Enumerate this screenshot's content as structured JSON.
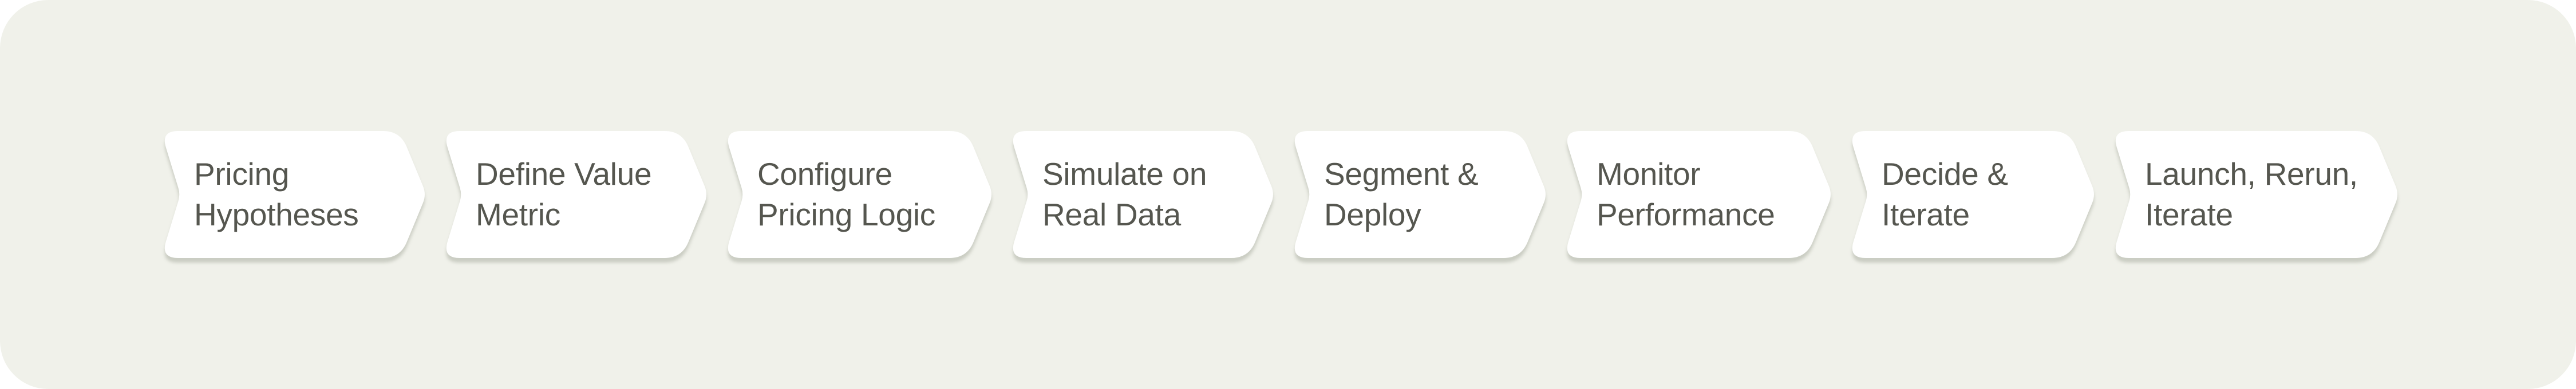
{
  "flow": {
    "type": "process-flow-chevrons",
    "canvas_background_color": "#f0f1ea",
    "step_fill_color": "#ffffff",
    "step_text_color": "#55564f",
    "shadow_color": "#cdcfc5",
    "step_count": 8,
    "steps": [
      {
        "label": "Pricing Hypotheses",
        "lines": [
          "Pricing",
          "Hypotheses"
        ]
      },
      {
        "label": "Define Value Metric",
        "lines": [
          "Define Value",
          "Metric"
        ]
      },
      {
        "label": "Configure Pricing Logic",
        "lines": [
          "Configure",
          "Pricing Logic"
        ]
      },
      {
        "label": "Simulate on Real Data",
        "lines": [
          "Simulate on",
          "Real Data"
        ]
      },
      {
        "label": "Segment & Deploy",
        "lines": [
          "Segment &",
          "Deploy"
        ]
      },
      {
        "label": "Monitor Performance",
        "lines": [
          "Monitor",
          "Performance"
        ]
      },
      {
        "label": "Decide & Iterate",
        "lines": [
          "Decide &",
          "Iterate"
        ]
      },
      {
        "label": "Launch, Rerun, Iterate",
        "lines": [
          "Launch, Rerun,",
          "Iterate"
        ]
      }
    ]
  }
}
